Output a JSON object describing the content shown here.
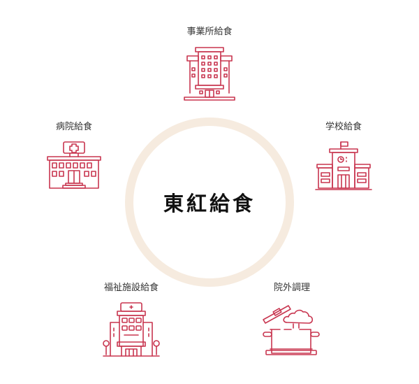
{
  "center": {
    "title": "東紅給食",
    "ring_color": "#f6ebdf"
  },
  "nodes": [
    {
      "id": "office",
      "label": "事業所給食",
      "icon": "office-building-icon"
    },
    {
      "id": "school",
      "label": "学校給食",
      "icon": "school-building-icon"
    },
    {
      "id": "offsite",
      "label": "院外調理",
      "icon": "cooking-pot-icon"
    },
    {
      "id": "welfare",
      "label": "福祉施設給食",
      "icon": "welfare-facility-icon"
    },
    {
      "id": "hospital",
      "label": "病院給食",
      "icon": "hospital-icon"
    }
  ],
  "colors": {
    "icon_stroke": "#c8354f",
    "label_text": "#333333"
  }
}
